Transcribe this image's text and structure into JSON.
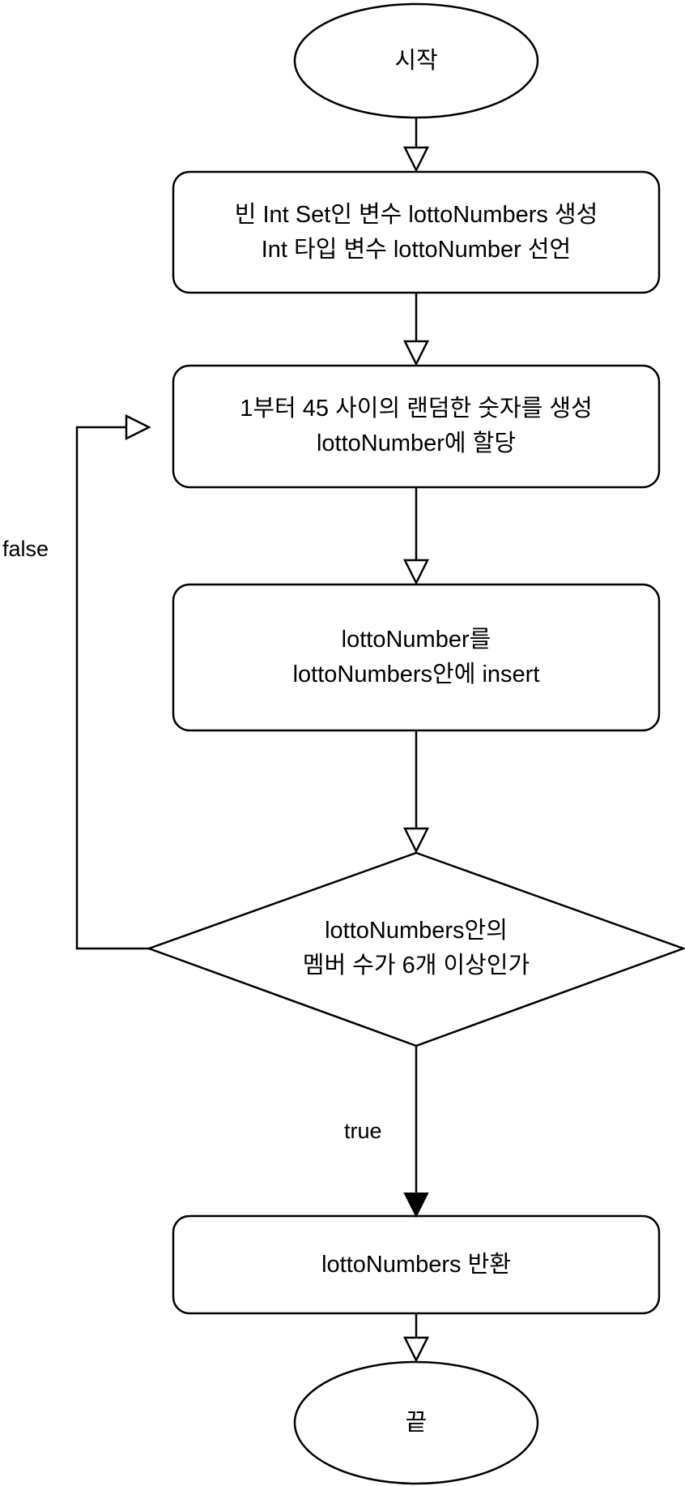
{
  "flowchart": {
    "start": "시작",
    "init_lines": [
      "빈 Int Set인 변수 lottoNumbers 생성",
      "Int 타입 변수 lottoNumber 선언"
    ],
    "random_lines": [
      "1부터 45 사이의 랜덤한 숫자를 생성",
      "lottoNumber에 할당"
    ],
    "insert_lines": [
      "lottoNumber를",
      "lottoNumbers안에 insert"
    ],
    "decision_lines": [
      "lottoNumbers안의",
      "멤버 수가 6개 이상인가"
    ],
    "return_label": "lottoNumbers 반환",
    "end": "끝",
    "edge_false": "false",
    "edge_true": "true"
  },
  "colors": {
    "stroke": "#000000",
    "fill": "#ffffff",
    "text": "#000000"
  }
}
